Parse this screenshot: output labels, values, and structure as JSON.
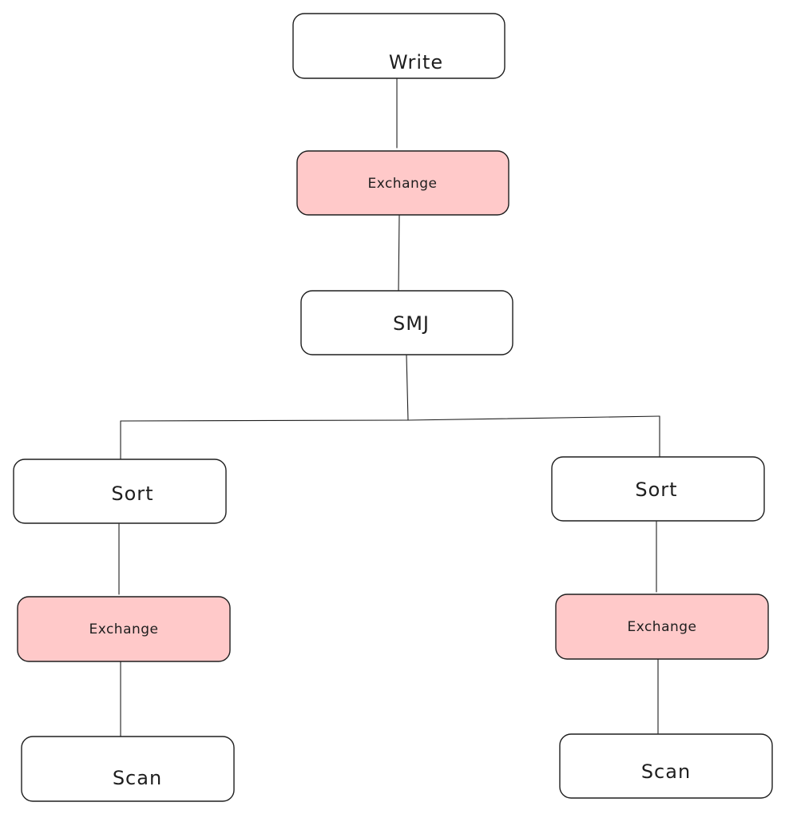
{
  "diagram": {
    "root": {
      "write": "Write",
      "exchange": "Exchange",
      "smj": "SMJ"
    },
    "left_branch": {
      "sort": "Sort",
      "exchange": "Exchange",
      "scan": "Scan"
    },
    "right_branch": {
      "sort": "Sort",
      "exchange": "Exchange",
      "scan": "Scan"
    },
    "colors": {
      "exchange_fill": "#ffc9c9",
      "plain_fill": "#ffffff",
      "stroke": "#1e1e1e"
    }
  }
}
